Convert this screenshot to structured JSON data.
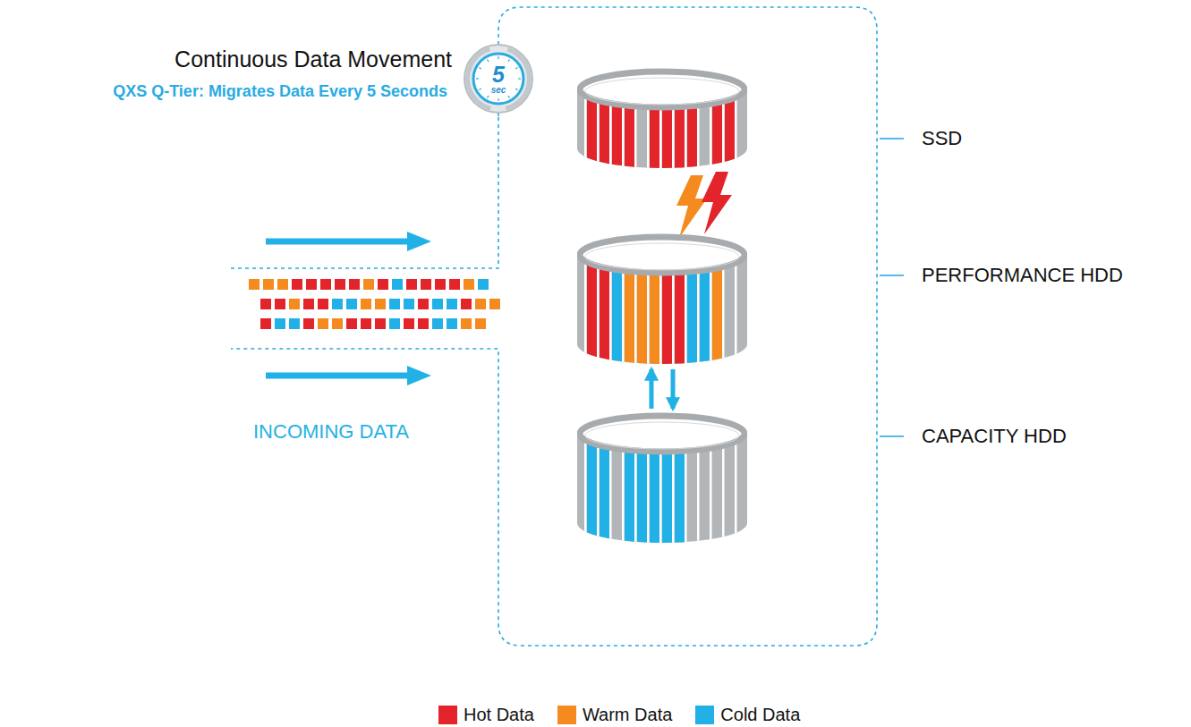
{
  "diagram": {
    "nodes": [
      {
        "text": [
          "5",
          "sec"
        ]
      },
      {
        "text": [
          "SSD"
        ]
      },
      {
        "text": [
          "PERFORMANCE HDD"
        ]
      },
      {
        "text": [
          "CAPACITY HDD"
        ]
      }
    ],
    "edges": [
      {
        "from": 2,
        "to": 3,
        "arrow": "both"
      }
    ],
    "labels": [
      "Continuous Data Movement",
      "QXS Q-Tier: Migrates Data Every 5 Seconds",
      "INCOMING DATA"
    ],
    "legend": [
      {
        "text": "Hot Data",
        "color": "#e3242b"
      },
      {
        "text": "Warm Data",
        "color": "#f58a1f"
      },
      {
        "text": "Cold Data",
        "color": "#22b1e6"
      }
    ]
  }
}
